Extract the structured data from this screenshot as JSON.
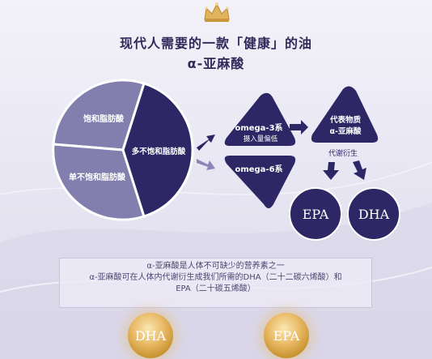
{
  "title": {
    "line1": "现代人需要的一款「健康」的油",
    "line2": "α-亚麻酸"
  },
  "pie": {
    "saturated": "饱和脂肪酸",
    "monounsaturated": "单不饱和脂肪酸",
    "polyunsaturated": "多不饱和脂肪酸"
  },
  "omega": {
    "omega3_line1": "omega-3系",
    "omega3_line2": "摄入量偏低",
    "omega6": "omega-6系"
  },
  "representative": {
    "line1": "代表物质",
    "line2": "α-亚麻酸"
  },
  "metabolic_label": "代谢衍生",
  "circles": {
    "epa": "EPA",
    "dha": "DHA"
  },
  "info": {
    "line1": "α-亚麻酸是人体不可缺少的营养素之一",
    "line2": "α-亚麻酸可在人体内代谢衍生成我们所需的DHA（二十二碳六烯酸）和",
    "line3": "EPA（二十碳五烯酸）"
  },
  "gold": {
    "dha": "DHA",
    "epa": "EPA"
  },
  "colors": {
    "navy": "#2d2766",
    "pie_light": "#827ead",
    "arrow": "#2d2766",
    "arrow_light": "#8a86b8",
    "gold": "#d9a64c"
  },
  "icons": {
    "crown": "crown-icon"
  }
}
